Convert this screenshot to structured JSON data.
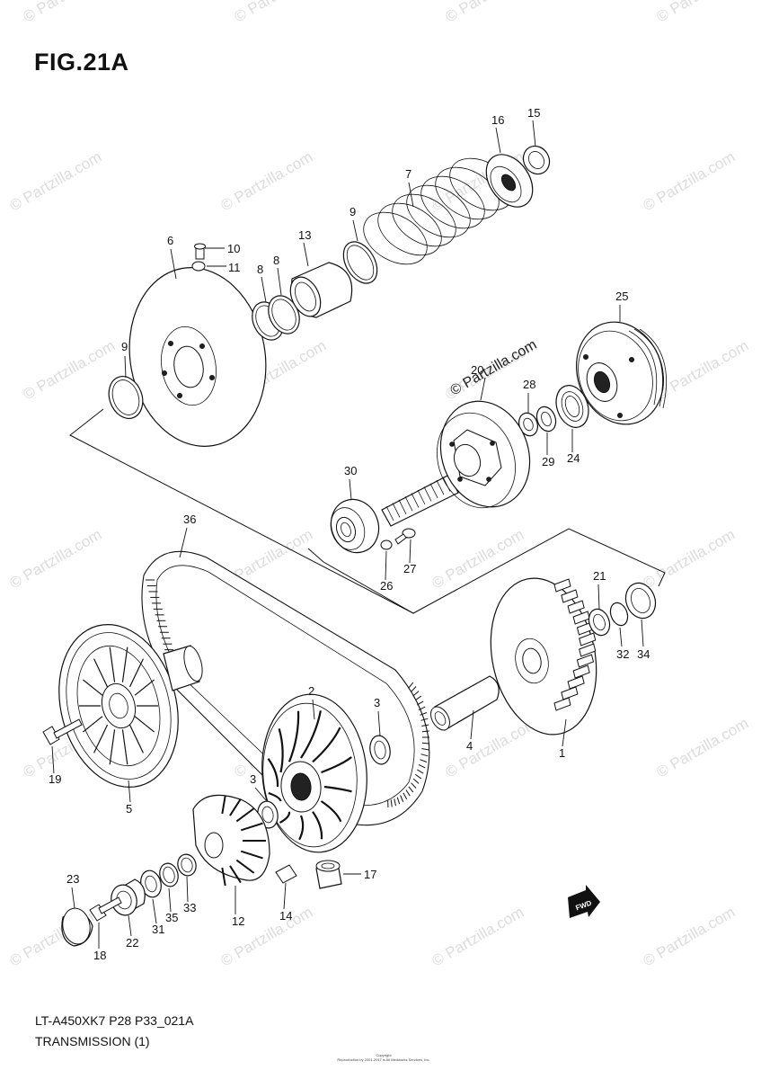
{
  "figure": {
    "title": "FIG.21A",
    "code": "LT-A450XK7  P28  P33_021A",
    "section": "TRANSMISSION (1)",
    "copyright_heading": "Copyright",
    "copyright_body": "Reproduction by 2001-2017 is All Medworks Services, Inc.",
    "fwd_label": "FWD"
  },
  "watermark": {
    "text": "© Partzilla.com",
    "emphasized_text": "© Partzilla.com"
  },
  "callouts": [
    "1",
    "2",
    "3",
    "3",
    "4",
    "5",
    "6",
    "7",
    "8",
    "8",
    "9",
    "9",
    "10",
    "11",
    "12",
    "13",
    "14",
    "15",
    "16",
    "17",
    "18",
    "19",
    "21",
    "22",
    "23",
    "24",
    "25",
    "26",
    "27",
    "28",
    "29",
    "30",
    "31",
    "32",
    "33",
    "34",
    "35",
    "36",
    "20"
  ]
}
